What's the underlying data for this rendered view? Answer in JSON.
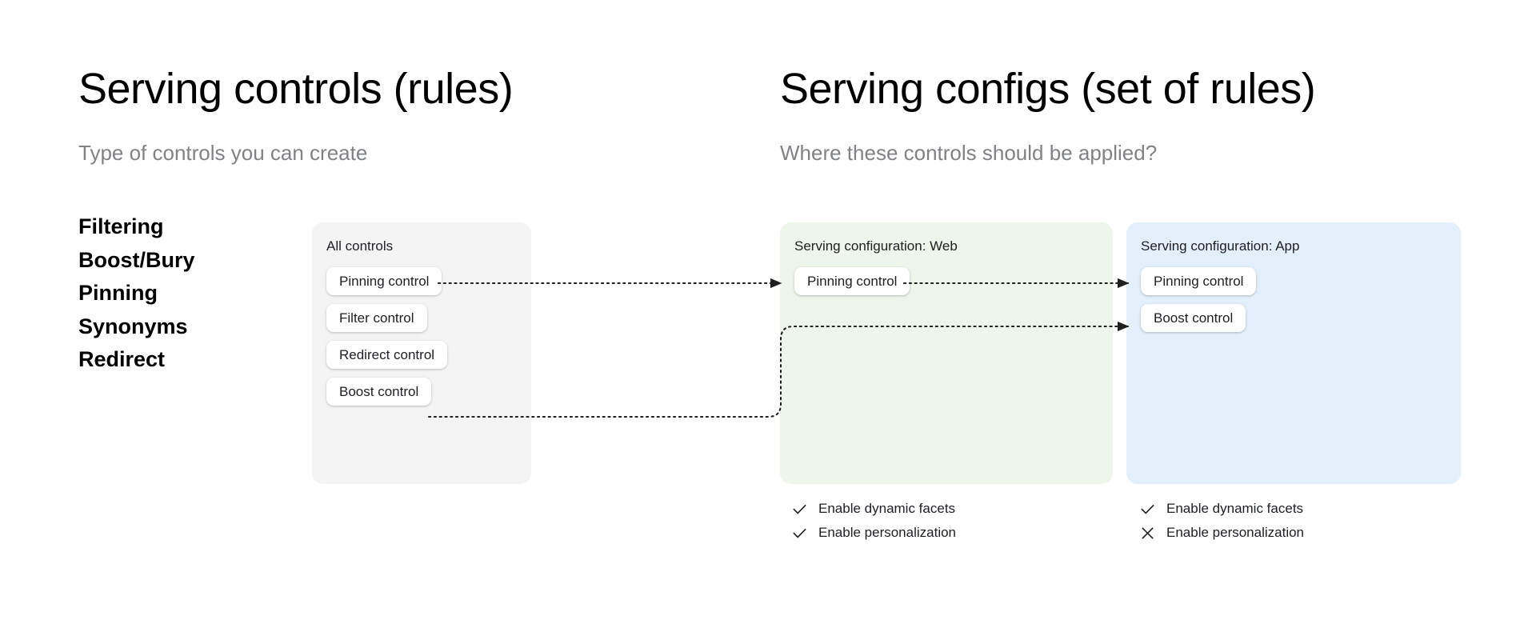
{
  "columns": {
    "left": {
      "heading": "Serving controls (rules)",
      "subtitle": "Type of controls you can create"
    },
    "right": {
      "heading": "Serving configs (set of rules)",
      "subtitle": "Where these controls should be applied?"
    }
  },
  "control_types": [
    {
      "label": "Filtering"
    },
    {
      "label": "Boost/Bury"
    },
    {
      "label": "Pinning"
    },
    {
      "label": "Synonyms"
    },
    {
      "label": "Redirect"
    }
  ],
  "panels": {
    "all_controls": {
      "title": "All controls",
      "background": "#f4f4f4",
      "chips": [
        {
          "label": "Pinning control"
        },
        {
          "label": "Filter control"
        },
        {
          "label": "Redirect control"
        },
        {
          "label": "Boost control"
        }
      ]
    },
    "web_config": {
      "title": "Serving configuration: Web",
      "background": "#eef5ea",
      "chips": [
        {
          "label": "Pinning control"
        }
      ],
      "status": [
        {
          "label": "Enable dynamic facets",
          "state": "check"
        },
        {
          "label": "Enable personalization",
          "state": "check"
        }
      ]
    },
    "app_config": {
      "title": "Serving configuration: App",
      "background": "#e3effa",
      "chips": [
        {
          "label": "Pinning control"
        },
        {
          "label": "Boost control"
        }
      ],
      "status": [
        {
          "label": "Enable dynamic facets",
          "state": "check"
        },
        {
          "label": "Enable personalization",
          "state": "cross"
        }
      ]
    }
  },
  "connectors": [
    {
      "from": "all-controls.pinning-control",
      "to": "web-config.pinning-control",
      "style": "dotted-arrow"
    },
    {
      "from": "web-config.pinning-control",
      "to": "app-config.pinning-control",
      "style": "dotted-arrow"
    },
    {
      "from": "all-controls.boost-control",
      "to": "app-config.boost-control",
      "style": "dotted-arrow-elbow"
    }
  ],
  "colors": {
    "heading": "#000000",
    "subtitle": "#808285",
    "panel_neutral": "#f4f4f4",
    "panel_web": "#eef5ea",
    "panel_app": "#e3effa",
    "chip": "#ffffff",
    "connector": "#1f1f1f"
  }
}
